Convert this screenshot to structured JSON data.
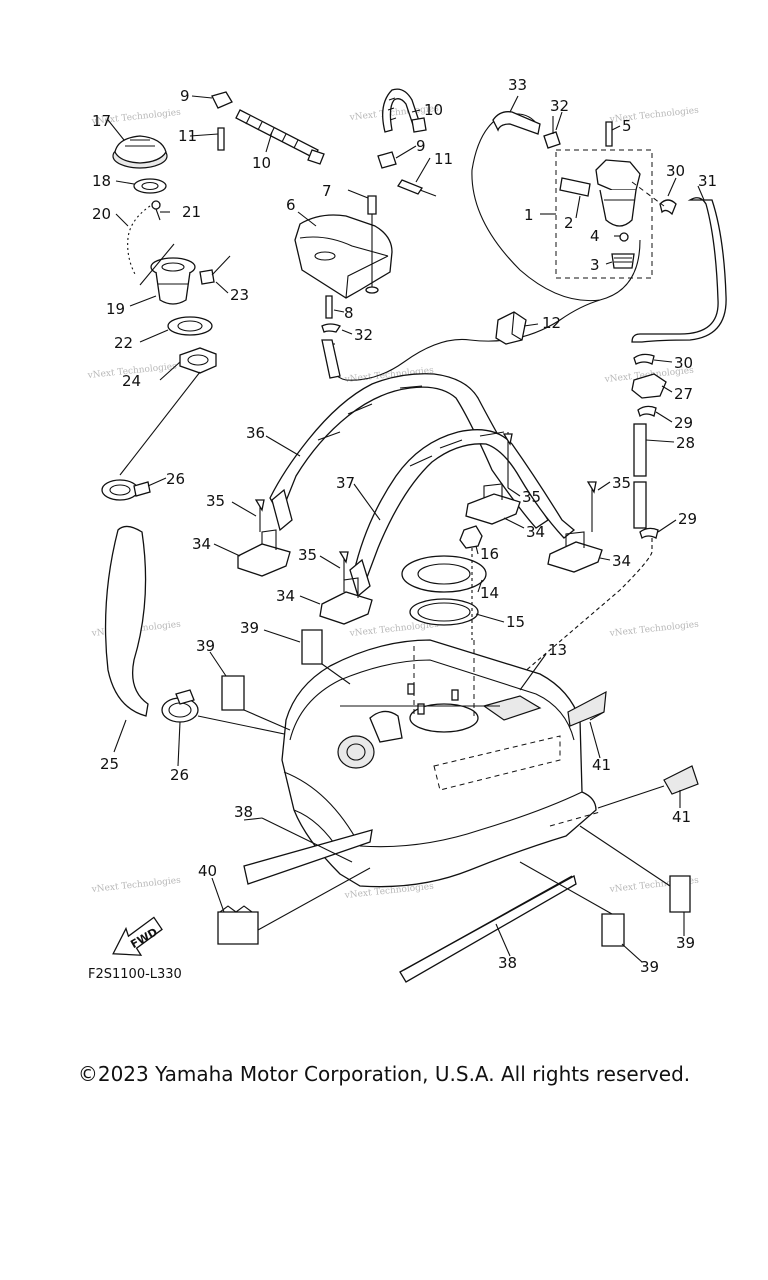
{
  "diagram": {
    "code": "F2S1100-L330",
    "fwd_label": "FWD",
    "watermark": "vNext Technologies",
    "callouts": [
      "1",
      "2",
      "3",
      "4",
      "5",
      "6",
      "7",
      "8",
      "9",
      "10",
      "11",
      "12",
      "13",
      "14",
      "15",
      "16",
      "17",
      "18",
      "19",
      "20",
      "21",
      "22",
      "23",
      "24",
      "25",
      "26",
      "27",
      "28",
      "29",
      "30",
      "31",
      "32",
      "33",
      "34",
      "35",
      "36",
      "37",
      "38",
      "39",
      "40",
      "41"
    ]
  },
  "footer": {
    "copyright": "©2023 Yamaha Motor Corporation, U.S.A. All rights reserved."
  }
}
